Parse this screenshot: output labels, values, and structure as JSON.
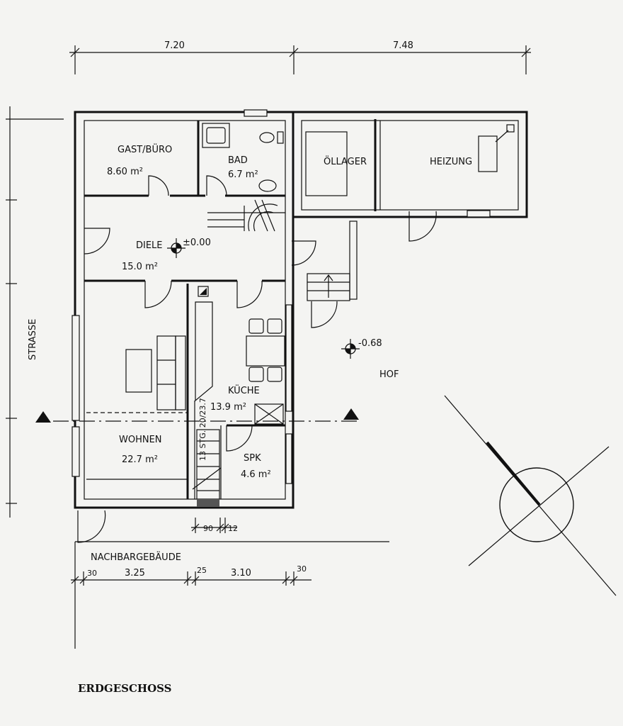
{
  "dimensions": {
    "top": [
      "7.20",
      "7.48"
    ],
    "bottom": [
      "30",
      "3.25",
      "25",
      "3.10",
      "30"
    ],
    "stair_width": "90",
    "stair_wall": "12"
  },
  "rooms": {
    "gast_buero": {
      "name": "GAST/BÜRO",
      "area": "8.60 m²"
    },
    "bad": {
      "name": "BAD",
      "area": "6.7 m²"
    },
    "oellager": {
      "name": "ÖLLAGER"
    },
    "heizung": {
      "name": "HEIZUNG"
    },
    "diele": {
      "name": "DIELE",
      "area": "15.0 m²"
    },
    "kueche": {
      "name": "KÜCHE",
      "area": "13.9 m²"
    },
    "wohnen": {
      "name": "WOHNEN",
      "area": "22.7 m²"
    },
    "spk": {
      "name": "SPK",
      "area": "4.6 m²"
    }
  },
  "levels": {
    "interior": "±0.00",
    "yard": "-0.68"
  },
  "stair_note": "13 STG. 20/23.7",
  "labels": {
    "street": "STRASSE",
    "yard": "HOF",
    "neighbour": "NACHBARGEBÄUDE"
  },
  "drawing_title": "ERDGESCHOSS"
}
